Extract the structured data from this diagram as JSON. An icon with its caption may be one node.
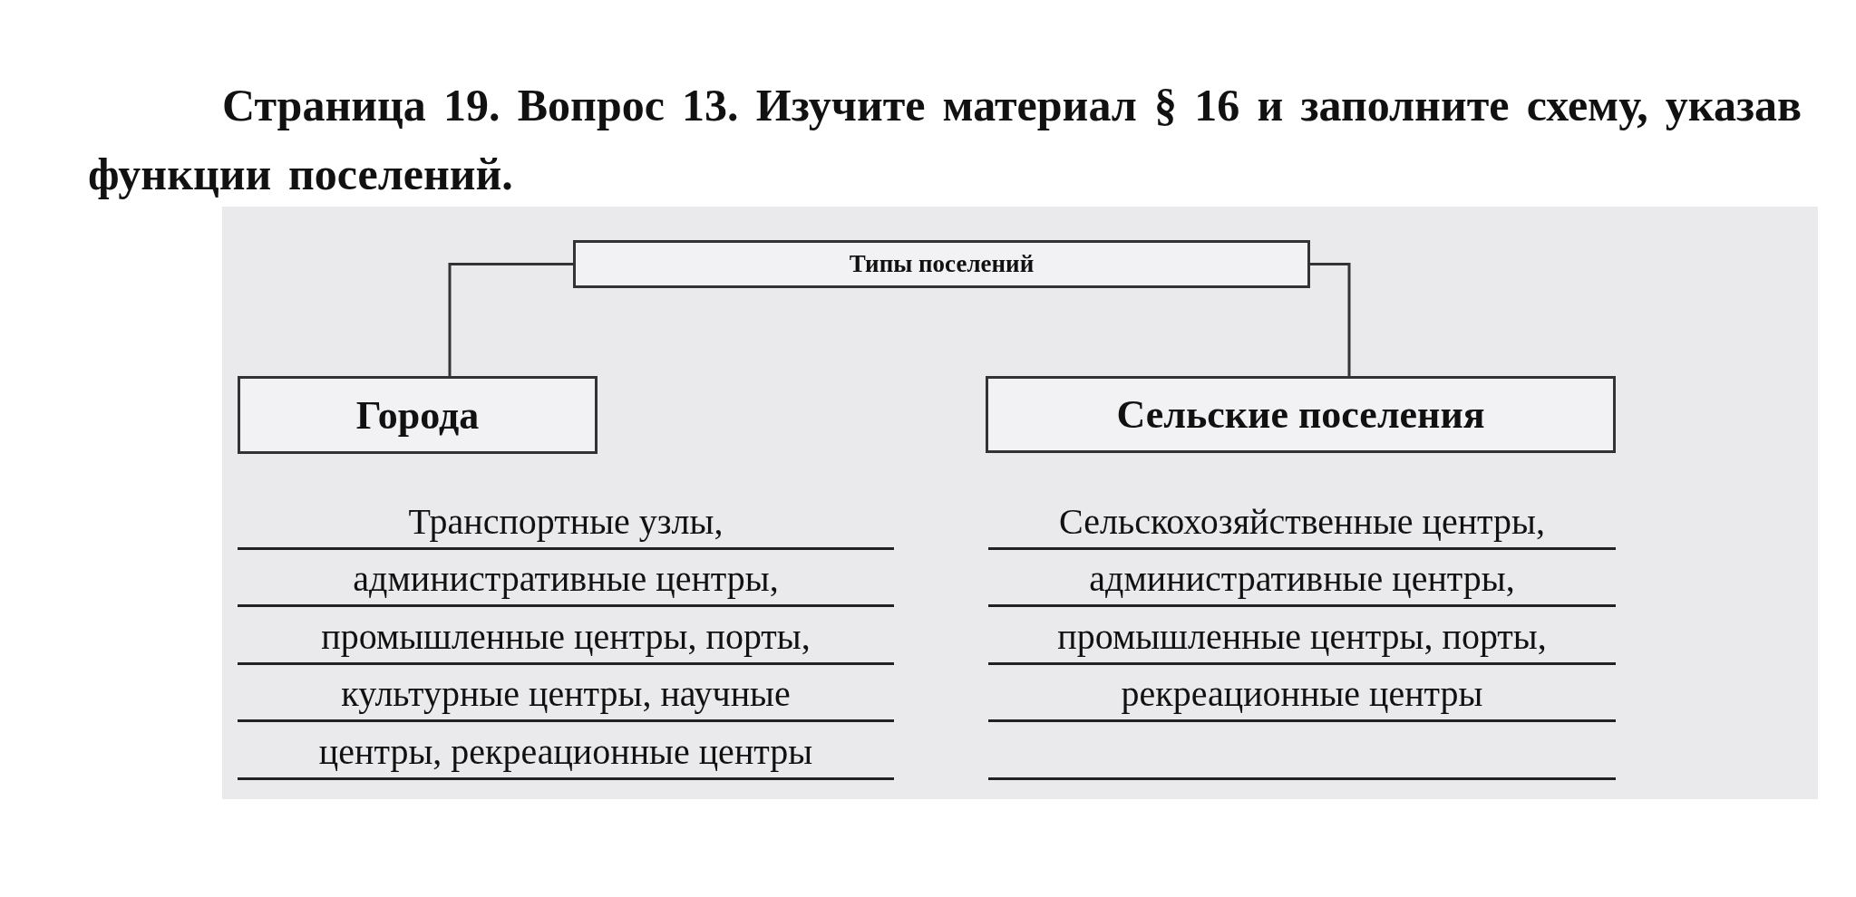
{
  "diagram": {
    "title": "Страница 19. Вопрос 13. Изучите материал § 16 и заполните схему, указав функции поселений.",
    "nodes": [
      {
        "text": [
          "Типы поселений"
        ]
      },
      {
        "text": [
          "Города"
        ]
      },
      {
        "text": [
          "Сельские поселения"
        ]
      }
    ],
    "edges": [
      {
        "from": 0,
        "to": 1,
        "arrow": "none"
      },
      {
        "from": 0,
        "to": 2,
        "arrow": "none"
      }
    ],
    "labels": [
      "Транспортные узлы,",
      "административные центры,",
      "промышленные центры, порты,",
      "культурные центры, научные",
      "центры, рекреационные центры",
      "Сельскохозяйственные центры,",
      "административные центры,",
      "промышленные центры, порты,",
      "рекреационные центры"
    ]
  }
}
